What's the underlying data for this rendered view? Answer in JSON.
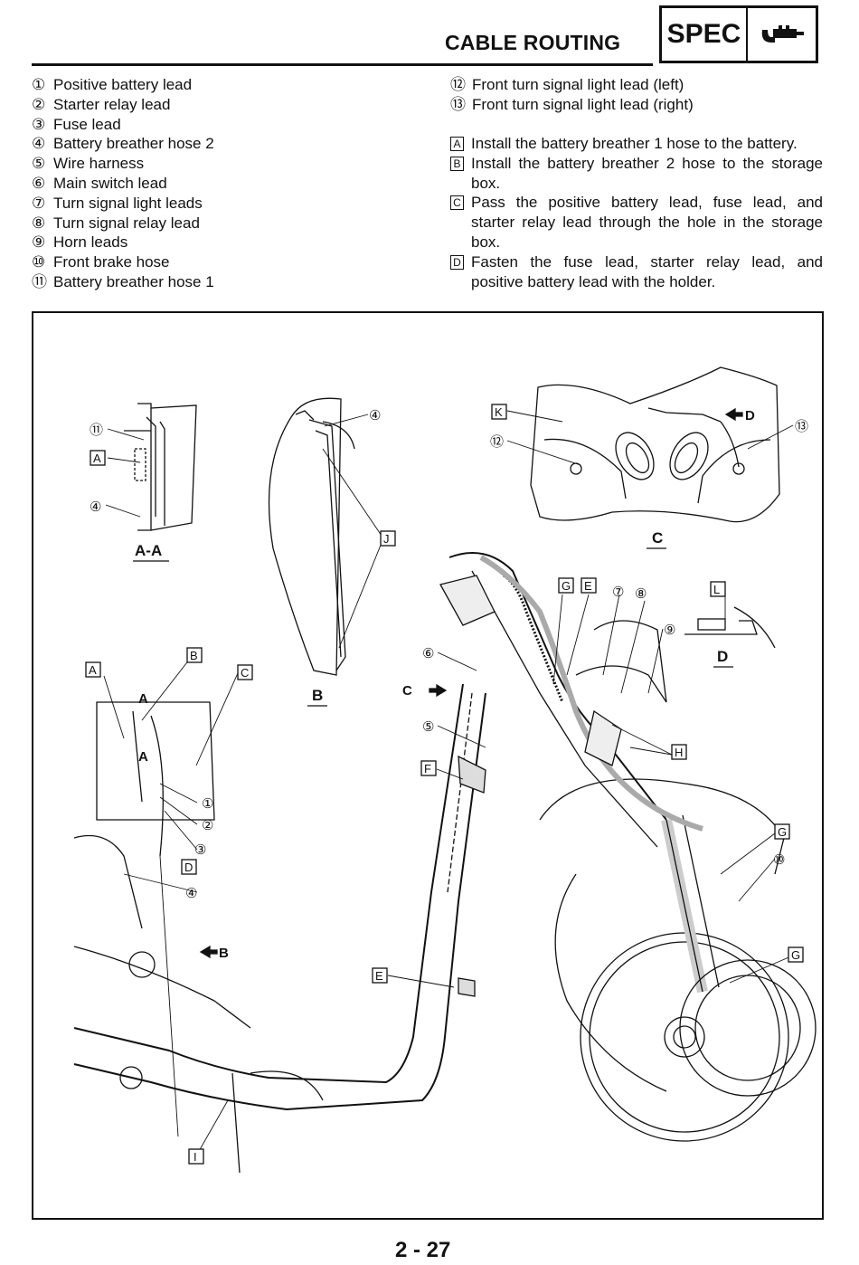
{
  "header": {
    "title": "CABLE ROUTING",
    "badge": "SPEC",
    "badge_icon": "caliper-icon"
  },
  "legend_left": [
    {
      "num": "①",
      "label": "Positive battery lead"
    },
    {
      "num": "②",
      "label": "Starter relay lead"
    },
    {
      "num": "③",
      "label": "Fuse lead"
    },
    {
      "num": "④",
      "label": "Battery breather hose 2"
    },
    {
      "num": "⑤",
      "label": "Wire harness"
    },
    {
      "num": "⑥",
      "label": "Main switch lead"
    },
    {
      "num": "⑦",
      "label": "Turn signal light leads"
    },
    {
      "num": "⑧",
      "label": "Turn signal relay lead"
    },
    {
      "num": "⑨",
      "label": "Horn leads"
    },
    {
      "num": "⑩",
      "label": "Front brake hose"
    },
    {
      "num": "⑪",
      "label": "Battery breather hose 1"
    }
  ],
  "legend_right": [
    {
      "num": "⑫",
      "label": "Front turn signal light lead (left)"
    },
    {
      "num": "⑬",
      "label": "Front turn signal light lead (right)"
    }
  ],
  "notes": [
    {
      "letter": "A",
      "text": "Install the battery breather 1 hose to the battery."
    },
    {
      "letter": "B",
      "text": "Install the battery breather 2 hose to the storage box."
    },
    {
      "letter": "C",
      "text": "Pass the positive battery lead, fuse lead, and starter relay lead through the hole in the storage box."
    },
    {
      "letter": "D",
      "text": "Fasten the fuse lead, starter relay lead, and positive battery lead with the holder."
    }
  ],
  "figure": {
    "view_labels": {
      "aa": "A-A",
      "b": "B",
      "c": "C",
      "d": "D"
    },
    "arrow_labels": {
      "a": "A",
      "b": "B",
      "c": "C",
      "d": "D"
    },
    "callouts": {
      "n1": "①",
      "n2": "②",
      "n3": "③",
      "n4": "④",
      "n5": "⑤",
      "n6": "⑥",
      "n7": "⑦",
      "n8": "⑧",
      "n9": "⑨",
      "n10": "⑩",
      "n11": "⑪",
      "n12": "⑫",
      "n13": "⑬",
      "A": "A",
      "B": "B",
      "C": "C",
      "D": "D",
      "E": "E",
      "F": "F",
      "G": "G",
      "H": "H",
      "I": "I",
      "J": "J",
      "K": "K",
      "L": "L"
    }
  },
  "page_number": "2 - 27"
}
